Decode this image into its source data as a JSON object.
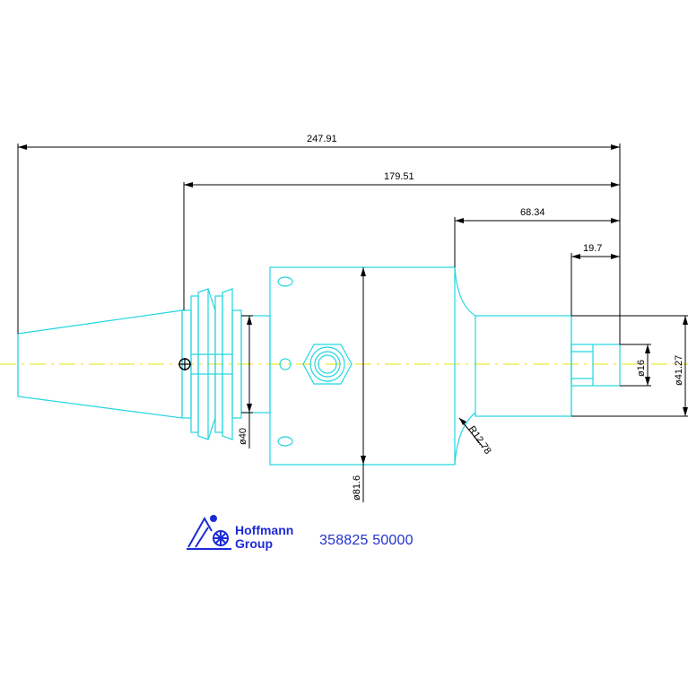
{
  "dimensions": {
    "overall_length": "247.91",
    "gauge_length": "179.51",
    "head_length": "68.34",
    "bore_depth": "19.7",
    "bore_diameter": "ø16",
    "nose_diameter": "ø41.27",
    "flange_diameter": "ø40",
    "body_diameter": "ø81.6",
    "fillet_radius": "R12.78"
  },
  "logo": {
    "line1": "Hoffmann",
    "line2": "Group"
  },
  "part_number": "358825 50000",
  "colors": {
    "geometry": "#22d6e0",
    "dimension": "#000000",
    "centerline": "#e6e600",
    "logo": "#1c2bd6"
  }
}
